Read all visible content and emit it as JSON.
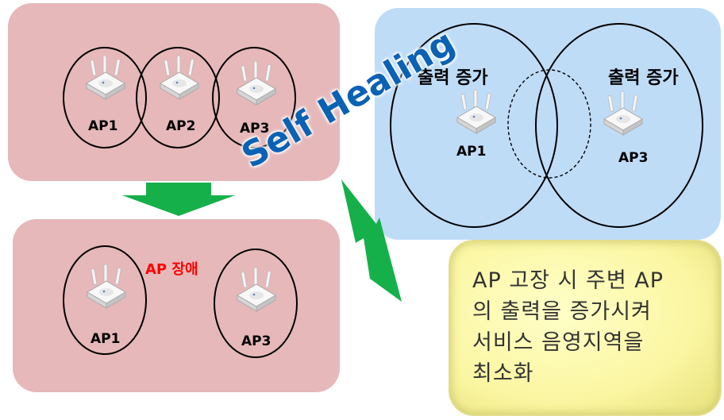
{
  "top_panel": {
    "ap_labels": [
      "AP1",
      "AP2",
      "AP3"
    ]
  },
  "bottom_panel": {
    "fault_label": "AP 장애",
    "ap_labels": [
      "AP1",
      "AP3"
    ]
  },
  "right_panel": {
    "left_circle_label": "출력 증가",
    "right_circle_label": "출력 증가",
    "ap_labels": [
      "AP1",
      "AP3"
    ]
  },
  "overlay_title": "Self Healing",
  "note": {
    "lines": [
      "AP 고장 시 주변 AP",
      "의 출력을 증가시켜",
      "서비스  음영지역을",
      "최소화"
    ]
  },
  "colors": {
    "panel_pink": "#e6b8b9",
    "panel_blue": "#bfdcf7",
    "arrow_green": "#16b04a",
    "title_blue": "#0b62b4",
    "fault_red": "#ff0000",
    "note_yellow": "#fbf6a2"
  },
  "icons": [
    "wireless-access-point-icon",
    "down-arrow-icon",
    "up-right-arrow-icon"
  ]
}
